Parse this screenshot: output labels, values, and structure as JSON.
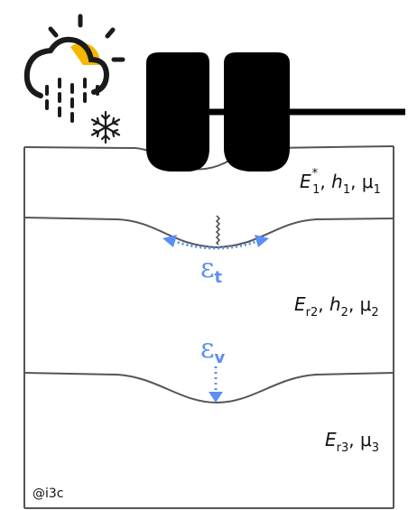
{
  "layers": [
    {
      "modulus_symbol": "E",
      "modulus_subscript": "1",
      "modulus_superscript": "*",
      "thickness_symbol": "h",
      "thickness_subscript": "1",
      "poisson_symbol": "μ",
      "poisson_subscript": "1"
    },
    {
      "modulus_symbol": "E",
      "modulus_subscript": "r2",
      "thickness_symbol": "h",
      "thickness_subscript": "2",
      "poisson_symbol": "μ",
      "poisson_subscript": "2"
    },
    {
      "modulus_symbol": "E",
      "modulus_subscript": "r3",
      "poisson_symbol": "μ",
      "poisson_subscript": "3"
    }
  ],
  "strains": {
    "tensile": {
      "symbol": "ε",
      "subscript": "t"
    },
    "vertical": {
      "symbol": "ε",
      "subscript": "v"
    }
  },
  "credit": "@i3c",
  "icons": [
    "weather-rain-sun-icon",
    "snowflake-icon",
    "dual-tire-icon",
    "axle-icon"
  ],
  "colors": {
    "line": "#555555",
    "tire": "#000000",
    "strain": "#5b8ff0",
    "sun": "#f5b800"
  }
}
